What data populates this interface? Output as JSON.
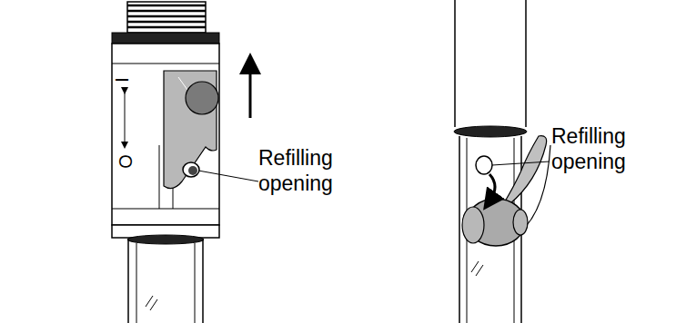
{
  "diagram": {
    "labels": [
      "Refilling opening",
      "Refilling opening",
      "I",
      "O"
    ]
  }
}
